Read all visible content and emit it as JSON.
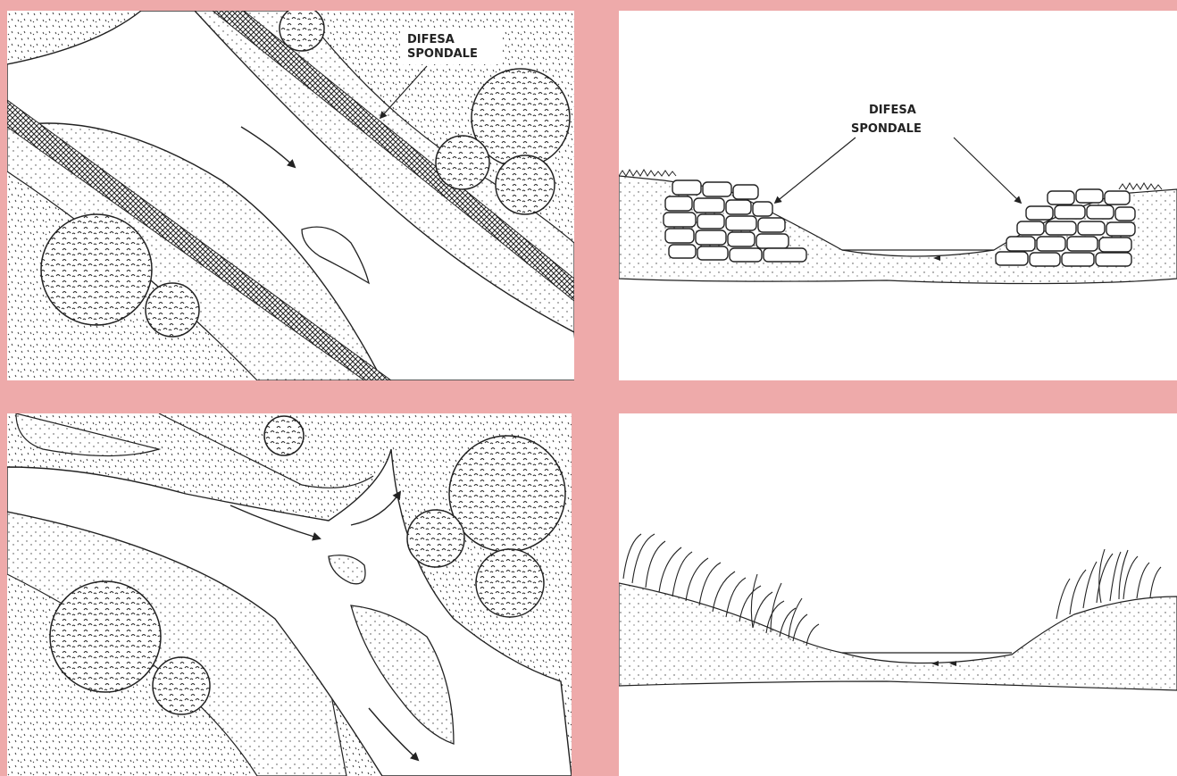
{
  "panels": {
    "top_left": {
      "label_line1": "DIFESA",
      "label_line2": "SPONDALE"
    },
    "top_right": {
      "label_line1": "DIFESA",
      "label_line2": "SPONDALE"
    },
    "bottom_left": {},
    "bottom_right": {}
  },
  "colors": {
    "background": "#eeaaaa",
    "panel": "#ffffff",
    "ink": "#222222"
  }
}
